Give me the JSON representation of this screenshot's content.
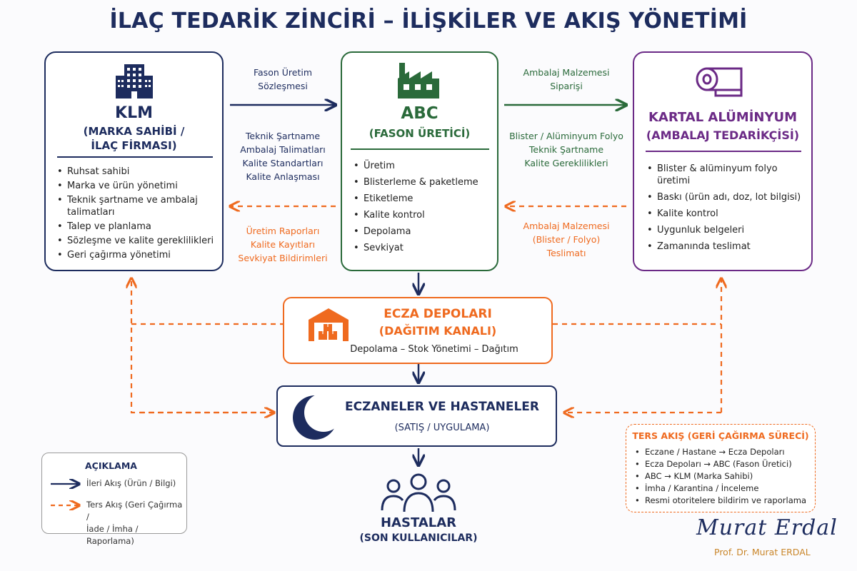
{
  "title": "İLAÇ TEDARİK ZİNCİRİ – İLİŞKİLER VE AKIŞ YÖNETİMİ",
  "klm": {
    "icon": "office-building-icon",
    "title": "KLM",
    "subtitle_line1": "(MARKA SAHİBİ /",
    "subtitle_line2": "İLAÇ FİRMASI)",
    "items": [
      "Ruhsat sahibi",
      "Marka ve ürün yönetimi",
      "Teknik şartname ve ambalaj",
      "talimatları",
      "Talep ve planlama",
      "Sözleşme ve kalite gereklilikleri",
      "Geri çağırma yönetimi"
    ]
  },
  "abc": {
    "icon": "factory-icon",
    "title": "ABC",
    "subtitle": "(FASON ÜRETİCİ)",
    "items": [
      "Üretim",
      "Blisterleme & paketleme",
      "Etiketleme",
      "Kalite kontrol",
      "Depolama",
      "Sevkiyat"
    ]
  },
  "kartal": {
    "icon": "foil-roll-icon",
    "title": "KARTAL ALÜMİNYUM",
    "subtitle": "(AMBALAJ TEDARİKÇİSİ)",
    "items": [
      "Blister & alüminyum folyo üretimi",
      "Baskı (ürün adı, doz, lot bilgisi)",
      "Kalite kontrol",
      "Uygunluk belgeleri",
      "Zamanında teslimat"
    ]
  },
  "flows": {
    "klm_abc_contract": [
      "Fason Üretim",
      "Sözleşmesi"
    ],
    "klm_abc_specs": [
      "Teknik Şartname",
      "Ambalaj Talimatları",
      "Kalite Standartları",
      "Kalite Anlaşması"
    ],
    "abc_klm_reports": [
      "Üretim Raporları",
      "Kalite Kayıtları",
      "Sevkiyat Bildirimleri"
    ],
    "abc_kartal_order": [
      "Ambalaj Malzemesi",
      "Siparişi"
    ],
    "abc_kartal_specs": [
      "Blister / Alüminyum Folyo",
      "Teknik Şartname",
      "Kalite Gereklilikleri"
    ],
    "kartal_abc_delivery": [
      "Ambalaj Malzemesi",
      "(Blister / Folyo)",
      "Teslimatı"
    ]
  },
  "ecza": {
    "icon": "warehouse-icon",
    "title": "ECZA DEPOLARI",
    "subtitle": "(DAĞITIM KANALI)",
    "desc": "Depolama – Stok Yönetimi – Dağıtım"
  },
  "eczaneler": {
    "icon": "crescent-icon",
    "title": "ECZANELER VE HASTANELER",
    "subtitle": "(SATIŞ / UYGULAMA)"
  },
  "hastalar": {
    "icon": "people-group-icon",
    "title": "HASTALAR",
    "subtitle": "(SON KULLANICILAR)"
  },
  "legend": {
    "title": "AÇIKLAMA",
    "forward": "İleri Akış (Ürün / Bilgi)",
    "reverse_line1": "Ters Akış (Geri Çağırma /",
    "reverse_line2": "İade / İmha / Raporlama)"
  },
  "reverse_flow": {
    "title": "TERS AKIŞ (GERİ ÇAĞIRMA SÜRECİ)",
    "items": [
      "Eczane / Hastane → Ecza Depoları",
      "Ecza Depoları → ABC (Fason Üretici)",
      "ABC → KLM (Marka Sahibi)",
      "İmha / Karantina / İnceleme",
      "Resmi otoritelere bildirim ve raporlama"
    ]
  },
  "signature": "Murat Erdal",
  "author": "Prof. Dr. Murat ERDAL",
  "colors": {
    "navy": "#1d2c5e",
    "green": "#2a6a3a",
    "purple": "#6b2a86",
    "orange": "#ef6a1f"
  }
}
